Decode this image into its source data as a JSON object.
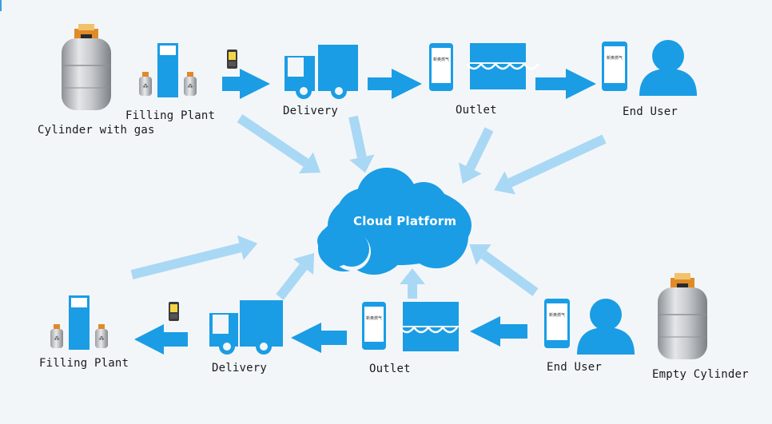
{
  "colors": {
    "primary": "#1a9de4",
    "light_arrow": "#a9d8f5",
    "cylinder": "#b9bcc0",
    "background": "#f3f6f9"
  },
  "top_flow": {
    "cylinder_label": "Cylinder with gas",
    "filling_plant": "Filling Plant",
    "delivery": "Delivery",
    "outlet": "Outlet",
    "end_user": "End User"
  },
  "bottom_flow": {
    "filling_plant": "Filling Plant",
    "delivery": "Delivery",
    "outlet": "Outlet",
    "end_user": "End User",
    "cylinder_label": "Empty Cylinder"
  },
  "cloud": {
    "label": "Cloud Platform"
  },
  "icons": [
    "gas-cylinder-icon",
    "filling-station-icon",
    "scanner-device-icon",
    "delivery-truck-icon",
    "smartphone-icon",
    "shop-awning-icon",
    "user-icon",
    "cloud-icon",
    "arrow-icon"
  ]
}
